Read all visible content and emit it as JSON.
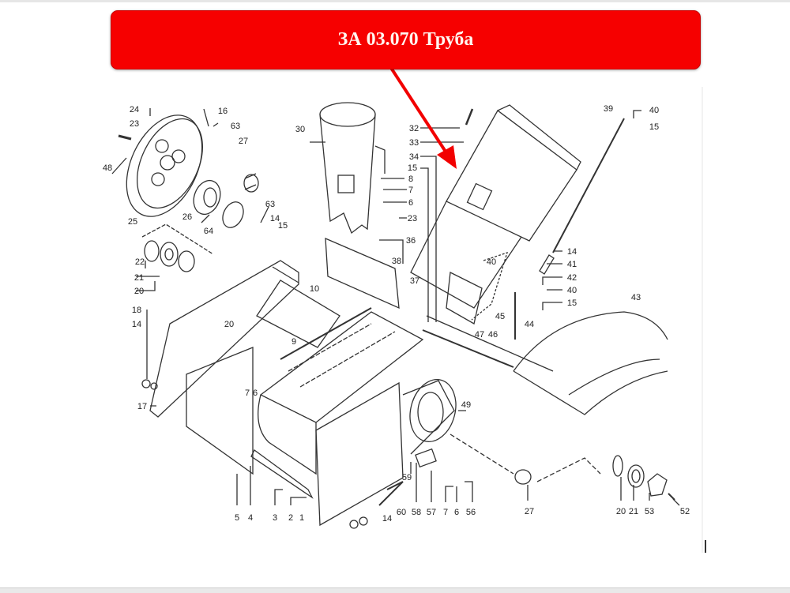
{
  "banner": {
    "title": "ЗА 03.070 Труба",
    "color": "#f60000"
  },
  "diagram": {
    "callouts": [
      "24",
      "23",
      "48",
      "16",
      "63",
      "27",
      "25",
      "26",
      "64",
      "22",
      "21",
      "20",
      "63",
      "14",
      "15",
      "30",
      "32",
      "33",
      "34",
      "15",
      "8",
      "7",
      "6",
      "23",
      "36",
      "38",
      "37",
      "10",
      "39",
      "40",
      "15",
      "40",
      "14",
      "41",
      "42",
      "40",
      "15",
      "45",
      "44",
      "47",
      "46",
      "43",
      "18",
      "14",
      "20",
      "9",
      "7",
      "6",
      "17",
      "49",
      "59",
      "5",
      "4",
      "3",
      "2",
      "1",
      "14",
      "60",
      "58",
      "57",
      "7",
      "6",
      "56",
      "27",
      "20",
      "21",
      "53",
      "52"
    ]
  }
}
